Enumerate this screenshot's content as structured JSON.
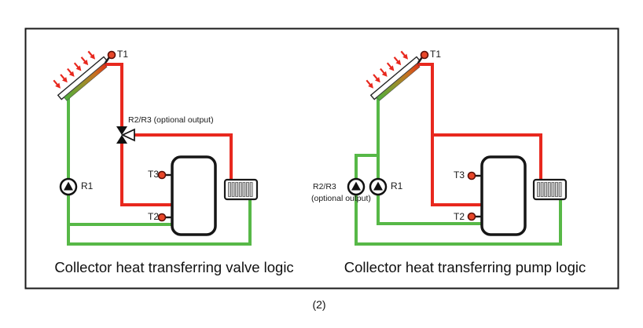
{
  "figure": {
    "footnote": "(2)",
    "panels": {
      "left": {
        "caption": "Collector heat transferring valve logic",
        "sensor_t1": "T1",
        "sensor_t2": "T2",
        "sensor_t3": "T3",
        "pump_r1": "R1",
        "valve_label": "R2/R3 (optional output)"
      },
      "right": {
        "caption": "Collector heat transferring pump logic",
        "sensor_t1": "T1",
        "sensor_t2": "T2",
        "sensor_t3": "T3",
        "pump_r1": "R1",
        "optional_pump_label_line1": "R2/R3",
        "optional_pump_label_line2": "(optional output)"
      }
    },
    "colors": {
      "hot_pipe": "#e8281e",
      "cold_pipe": "#57b847",
      "sensor_fill": "#e8472a",
      "outline": "#1a1a1a"
    }
  }
}
